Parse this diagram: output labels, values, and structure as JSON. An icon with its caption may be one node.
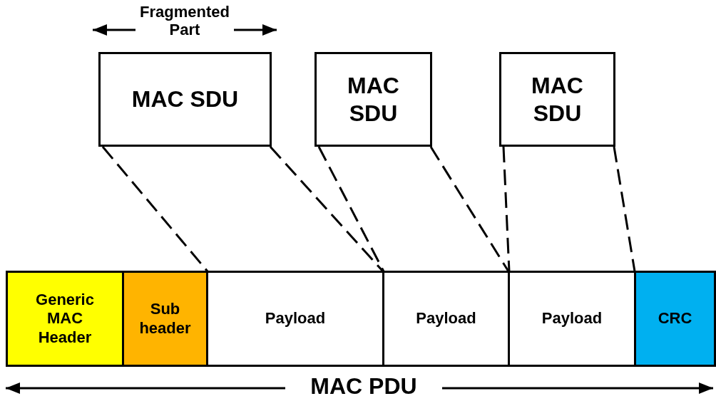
{
  "diagram": {
    "nodes": [
      {
        "text": [
          "MAC SDU"
        ]
      },
      {
        "text": [
          "MAC SDU"
        ]
      },
      {
        "text": [
          "MAC SDU"
        ]
      },
      {
        "text": [
          "Generic MAC Header"
        ]
      },
      {
        "text": [
          "Sub header"
        ]
      },
      {
        "text": [
          "Payload"
        ]
      },
      {
        "text": [
          "Payload"
        ]
      },
      {
        "text": [
          "Payload"
        ]
      },
      {
        "text": [
          "CRC"
        ]
      }
    ],
    "edges": [
      {
        "from": 0,
        "to": 5,
        "arrow": "none",
        "style": "dashed"
      },
      {
        "from": 0,
        "to": 5,
        "arrow": "none",
        "style": "dashed"
      },
      {
        "from": 1,
        "to": 6,
        "arrow": "none",
        "style": "dashed"
      },
      {
        "from": 1,
        "to": 6,
        "arrow": "none",
        "style": "dashed"
      },
      {
        "from": 2,
        "to": 7,
        "arrow": "none",
        "style": "dashed"
      },
      {
        "from": 2,
        "to": 7,
        "arrow": "none",
        "style": "dashed"
      }
    ],
    "labels": [
      "Fragmented Part",
      "MAC PDU"
    ]
  }
}
